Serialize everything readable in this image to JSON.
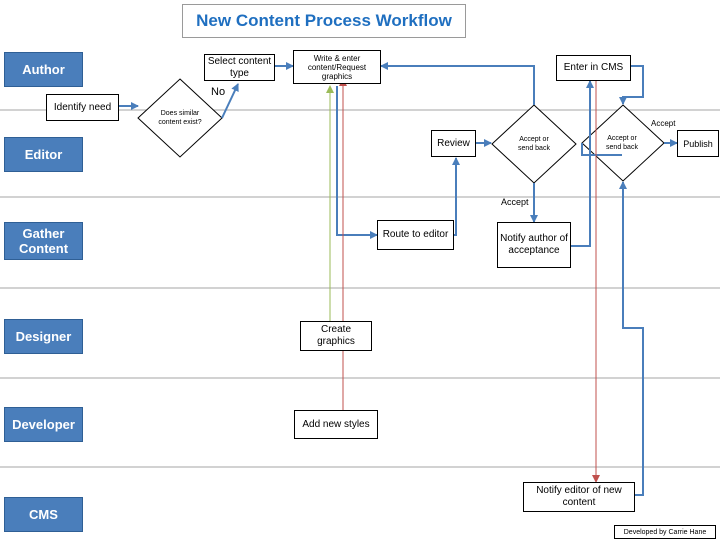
{
  "title": "New Content Process Workflow",
  "lanes": [
    {
      "label": "Author"
    },
    {
      "label": "Editor"
    },
    {
      "label": "Gather Content"
    },
    {
      "label": "Designer"
    },
    {
      "label": "Developer"
    },
    {
      "label": "CMS"
    }
  ],
  "steps": {
    "identify_need": "Identify need",
    "similar_content": "Does similar content exist?",
    "select_type": "Select content type",
    "write_content": "Write & enter content/Request graphics",
    "route_editor": "Route to editor",
    "review": "Review",
    "accept_send_back_1": "Accept or send back",
    "notify_author": "Notify author of acceptance",
    "enter_cms": "Enter in CMS",
    "accept_send_back_2": "Accept or send back",
    "publish": "Publish",
    "create_graphics": "Create graphics",
    "add_styles": "Add new styles",
    "notify_editor": "Notify editor of new content"
  },
  "edge_labels": {
    "no": "No",
    "accept_1": "Accept",
    "accept_2": "Accept"
  },
  "credit": "Developed by Carrie Hane",
  "colors": {
    "lane_fill": "#4a7ebb",
    "title": "#1f6fc0",
    "flow_arrow": "#4a7ebb",
    "graphics_line": "#9bbb59",
    "styles_line": "#c0504d",
    "divider": "#a6a6a6"
  }
}
